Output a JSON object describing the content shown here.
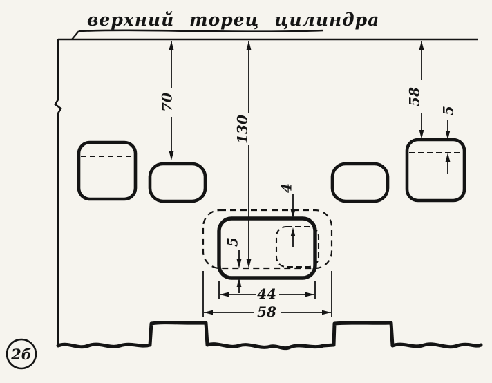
{
  "title": "верхний торец цилиндра",
  "figure_label": "2б",
  "dimensions": {
    "h70": "70",
    "h130": "130",
    "h58_right": "58",
    "d5_right": "5",
    "d4_center": "4",
    "d5_center": "5",
    "w44": "44",
    "w58": "58"
  },
  "colors": {
    "ink": "#141414",
    "paper": "#f6f4ee"
  }
}
